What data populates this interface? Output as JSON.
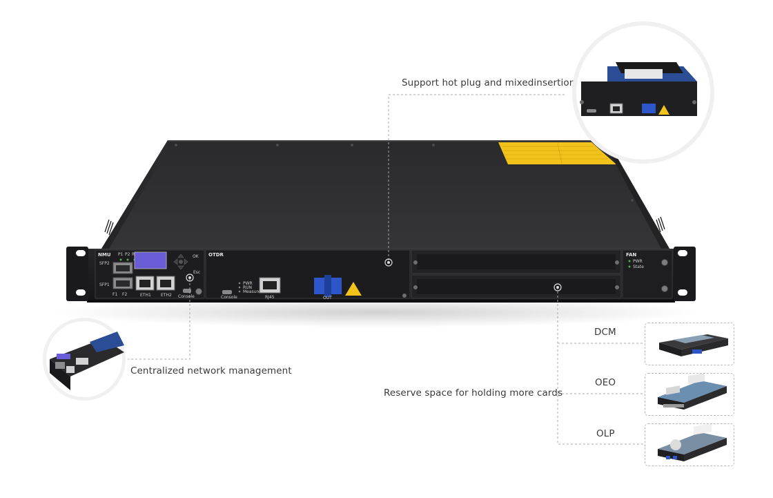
{
  "callouts": {
    "hot_plug": "Support hot plug and mixedinsertion",
    "network_mgmt": "Centralized network management",
    "reserve_space": "Reserve space for holding more cards"
  },
  "cards": [
    {
      "label": "DCM"
    },
    {
      "label": "OEO"
    },
    {
      "label": "OLP"
    }
  ],
  "panel": {
    "nmu": "NMU",
    "p1": "P1",
    "p2": "P2",
    "run": "RUN",
    "sfp1": "SFP1",
    "sfp2": "SFP2",
    "f1": "F1",
    "f2": "F2",
    "eth1": "ETH1",
    "eth2": "ETH2",
    "console": "Console",
    "ok": "OK",
    "esc": "Esc",
    "otdr": "OTDR",
    "otdr_console": "Console",
    "pwr_led": "PWR",
    "run_led": "RUN",
    "measure_led": "Measure",
    "rj45": "RJ45",
    "out": "OUT",
    "fan": "FAN",
    "fan_pwr": "PWR",
    "fan_state": "State"
  },
  "colors": {
    "chassis_top": "#2b2b2d",
    "front_panel": "#1e1e20",
    "warning_label": "#f2c31a",
    "lcd": "#6a5bd6",
    "connector_blue": "#2d57c8",
    "callout_line": "#a8a8a8"
  }
}
